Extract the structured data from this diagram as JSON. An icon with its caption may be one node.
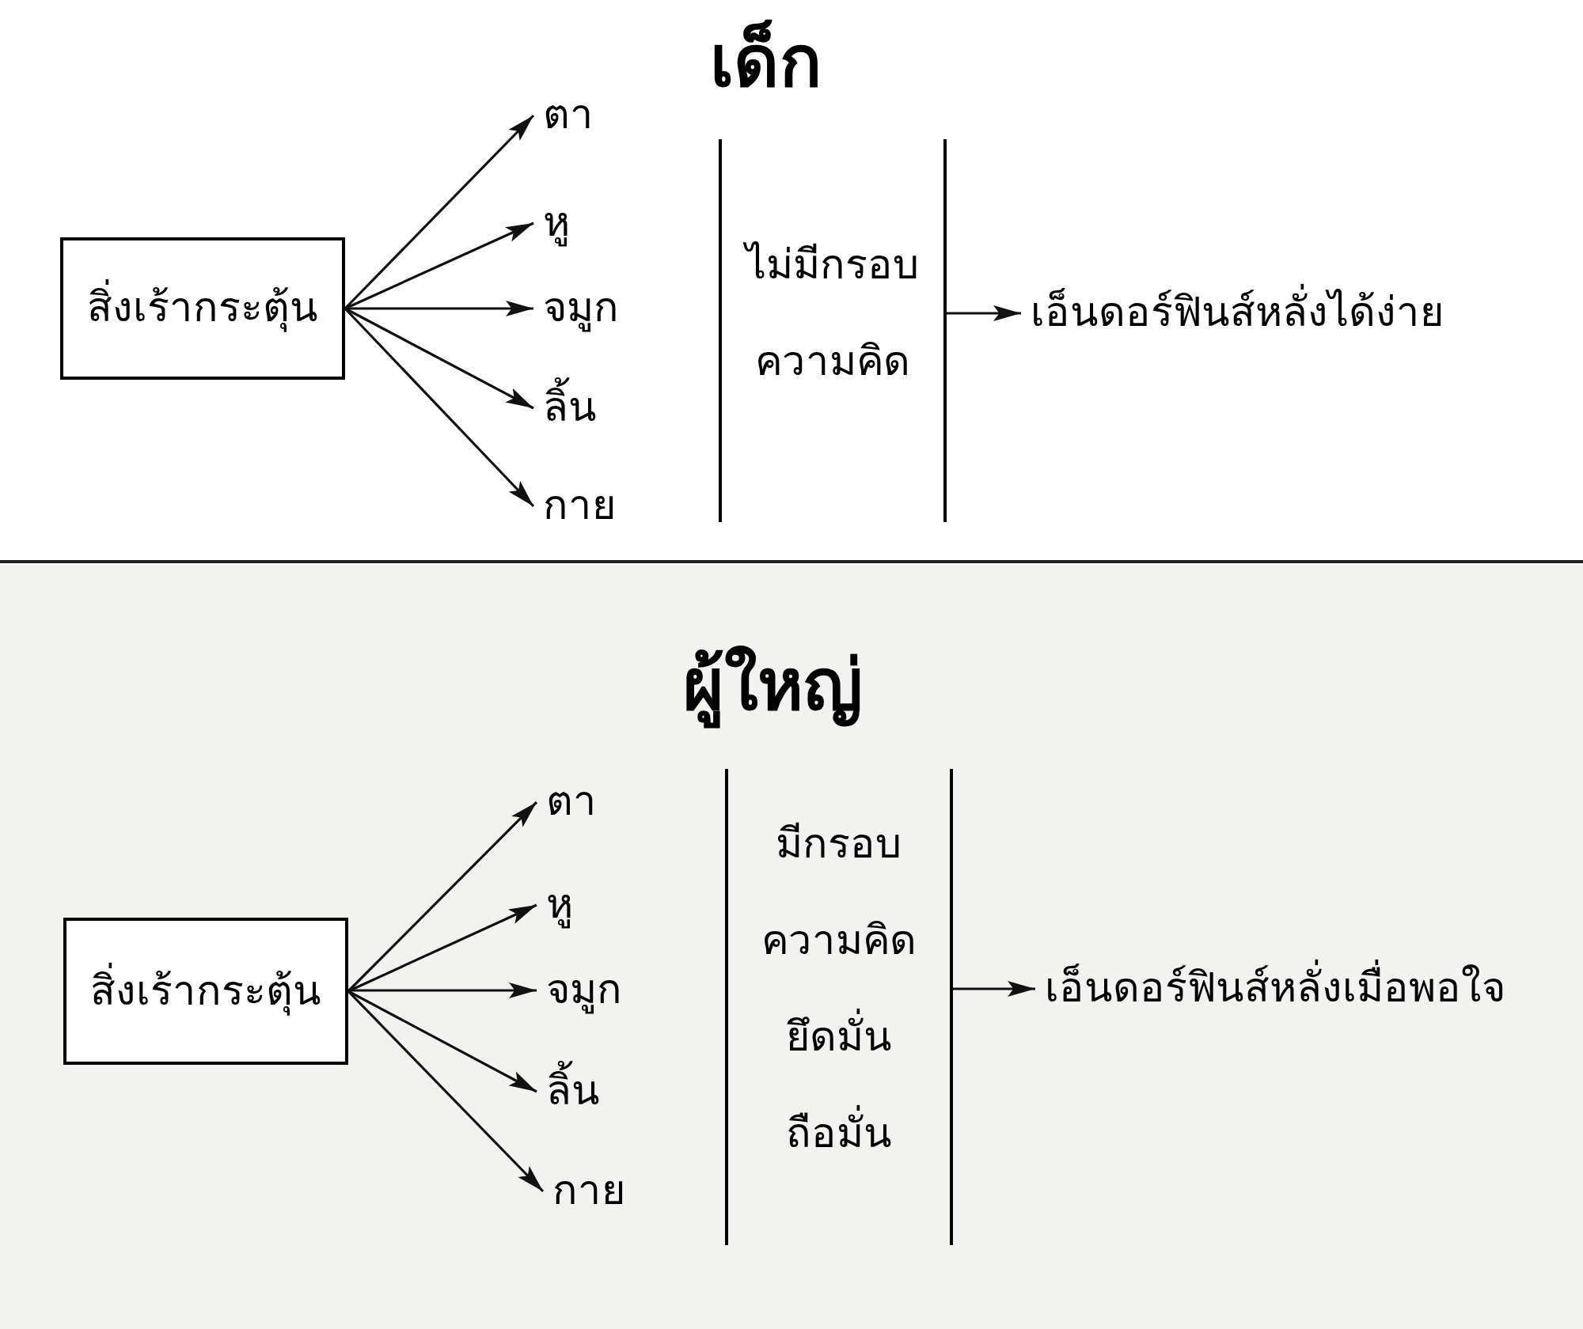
{
  "diagram": {
    "nodes": [
      {
        "text": [
          "สิ่งเร้ากระตุ้น"
        ]
      },
      {
        "text": [
          "ตา"
        ]
      },
      {
        "text": [
          "หู"
        ]
      },
      {
        "text": [
          "จมูก"
        ]
      },
      {
        "text": [
          "ลิ้น"
        ]
      },
      {
        "text": [
          "กาย"
        ]
      },
      {
        "text": [
          "ไม่มีกรอบ",
          "ความคิด"
        ]
      },
      {
        "text": [
          "เอ็นดอร์ฟินส์หลั่งได้ง่าย"
        ]
      },
      {
        "text": [
          "สิ่งเร้ากระตุ้น"
        ]
      },
      {
        "text": [
          "ตา"
        ]
      },
      {
        "text": [
          "หู"
        ]
      },
      {
        "text": [
          "จมูก"
        ]
      },
      {
        "text": [
          "ลิ้น"
        ]
      },
      {
        "text": [
          "กาย"
        ]
      },
      {
        "text": [
          "มีกรอบ",
          "ความคิด",
          "ยึดมั่น",
          "ถือมั่น"
        ]
      },
      {
        "text": [
          "เอ็นดอร์ฟินส์หลั่งเมื่อพอใจ"
        ]
      }
    ],
    "edges": [
      {
        "from": 0,
        "to": 1,
        "arrow": "to"
      },
      {
        "from": 0,
        "to": 2,
        "arrow": "to"
      },
      {
        "from": 0,
        "to": 3,
        "arrow": "to"
      },
      {
        "from": 0,
        "to": 4,
        "arrow": "to"
      },
      {
        "from": 0,
        "to": 5,
        "arrow": "to"
      },
      {
        "from": 6,
        "to": 7,
        "arrow": "to"
      },
      {
        "from": 8,
        "to": 9,
        "arrow": "to"
      },
      {
        "from": 8,
        "to": 10,
        "arrow": "to"
      },
      {
        "from": 8,
        "to": 11,
        "arrow": "to"
      },
      {
        "from": 8,
        "to": 12,
        "arrow": "to"
      },
      {
        "from": 8,
        "to": 13,
        "arrow": "to"
      },
      {
        "from": 14,
        "to": 15,
        "arrow": "to"
      }
    ],
    "labels": [
      "เด็ก",
      "ผู้ใหญ่"
    ]
  }
}
